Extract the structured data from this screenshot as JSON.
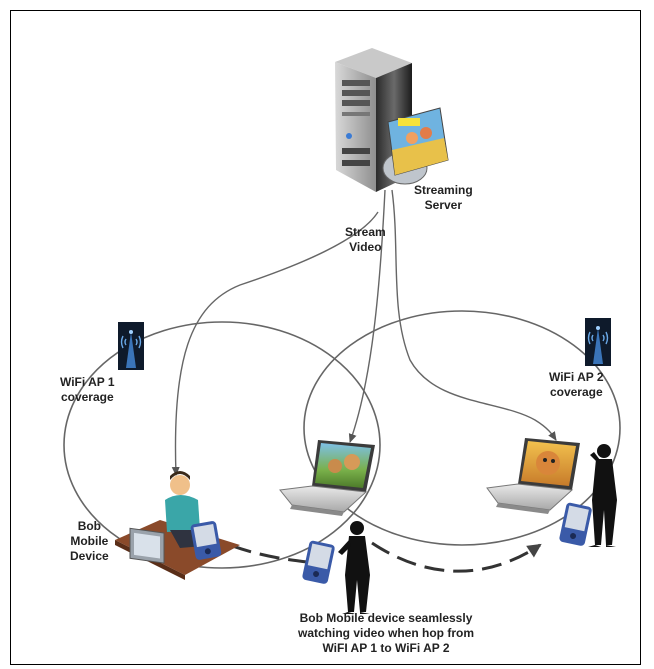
{
  "labels": {
    "server": [
      "Streaming",
      "Server"
    ],
    "stream": [
      "Stream",
      "Video"
    ],
    "ap1": [
      "WiFi AP 1",
      "coverage"
    ],
    "ap2": [
      "WiFi AP 2",
      "coverage"
    ],
    "bob": [
      "Bob",
      "Mobile",
      "Device"
    ],
    "caption": [
      "Bob Mobile device seamlessly",
      "watching video when hop from",
      "WiFI AP 1 to WiFi AP 2"
    ]
  },
  "icons": [
    "server-icon",
    "video-thumbnail-icon",
    "wifi-tower-icon",
    "laptop-icon",
    "person-icon",
    "desktop-computer-icon",
    "pda-device-icon"
  ]
}
